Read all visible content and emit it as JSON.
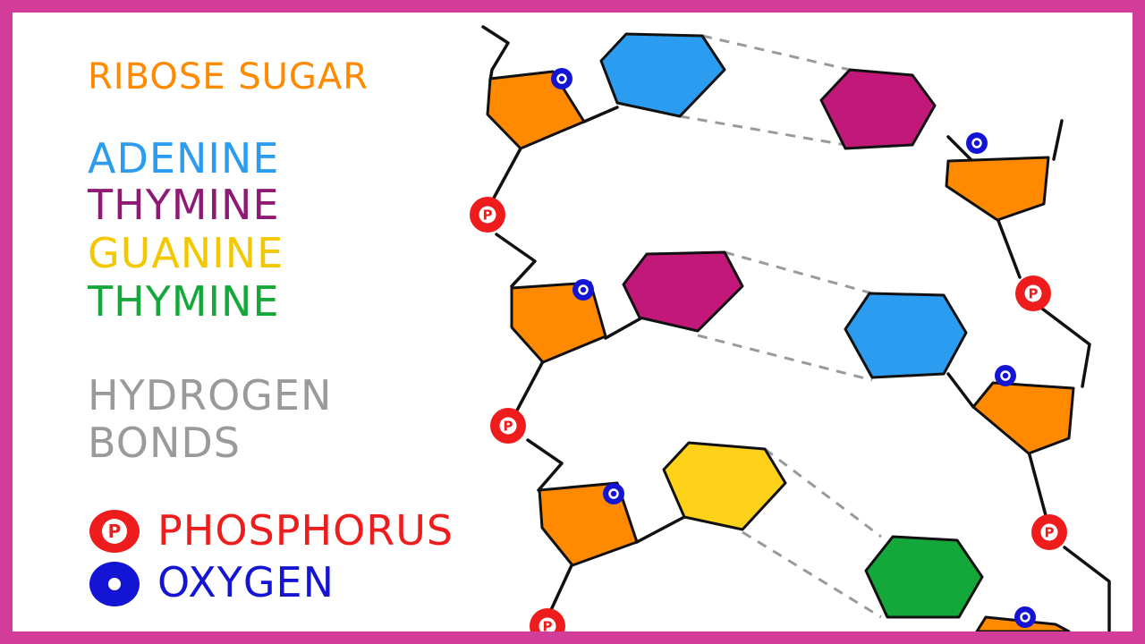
{
  "legend": {
    "ribose_sugar": "RIBOSE SUGAR",
    "adenine": "ADENINE",
    "thymine_purple": "THYMINE",
    "guanine": "GUANINE",
    "thymine_green": "THYMINE",
    "hydrogen_bonds": "HYDROGEN\nBONDS",
    "phosphorus": "PHOSPHORUS",
    "oxygen": "OXYGEN",
    "phosphorus_symbol": "P"
  },
  "colors": {
    "frame": "#d23d9a",
    "ribose": "#ff8a00",
    "adenine": "#2b9cf0",
    "thymine_purple": "#c2187a",
    "thymine_purple_text": "#8e1a74",
    "guanine": "#ffd21a",
    "guanine_text": "#f3c800",
    "thymine_green": "#14a83a",
    "hydrogen_bonds": "#9a9a9a",
    "phosphorus": "#ee1c1c",
    "oxygen": "#1414d4",
    "outline": "#111111"
  },
  "diagram": {
    "phosphate_label": "P",
    "left_strand_bases": [
      "adenine",
      "thymine_purple",
      "guanine"
    ],
    "right_strand_bases": [
      "thymine_purple",
      "adenine",
      "thymine_green"
    ]
  }
}
